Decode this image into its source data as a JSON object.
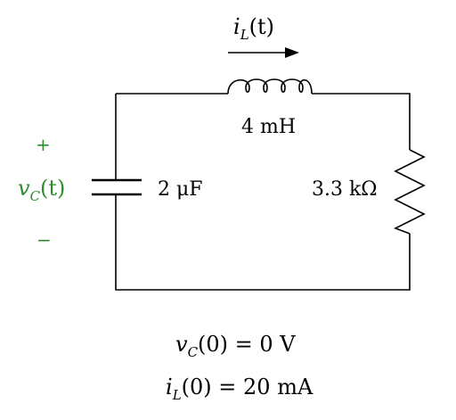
{
  "current_label": {
    "sym": "i",
    "sub": "L",
    "arg": "(t)"
  },
  "inductor_label": "4 mH",
  "capacitor_label": "2 μF",
  "resistor_label": "3.3 kΩ",
  "voltage_label": {
    "sym": "v",
    "sub": "C",
    "arg": "(t)",
    "plus": "+",
    "minus": "−"
  },
  "initial_conditions": {
    "vc": {
      "sym": "v",
      "sub": "C",
      "rest": "(0) = 0 V"
    },
    "il": {
      "sym": "i",
      "sub": "L",
      "rest": "(0) = 20 mA"
    }
  },
  "colors": {
    "wire": "#000000",
    "voltage_label": "#2e8b2e"
  }
}
